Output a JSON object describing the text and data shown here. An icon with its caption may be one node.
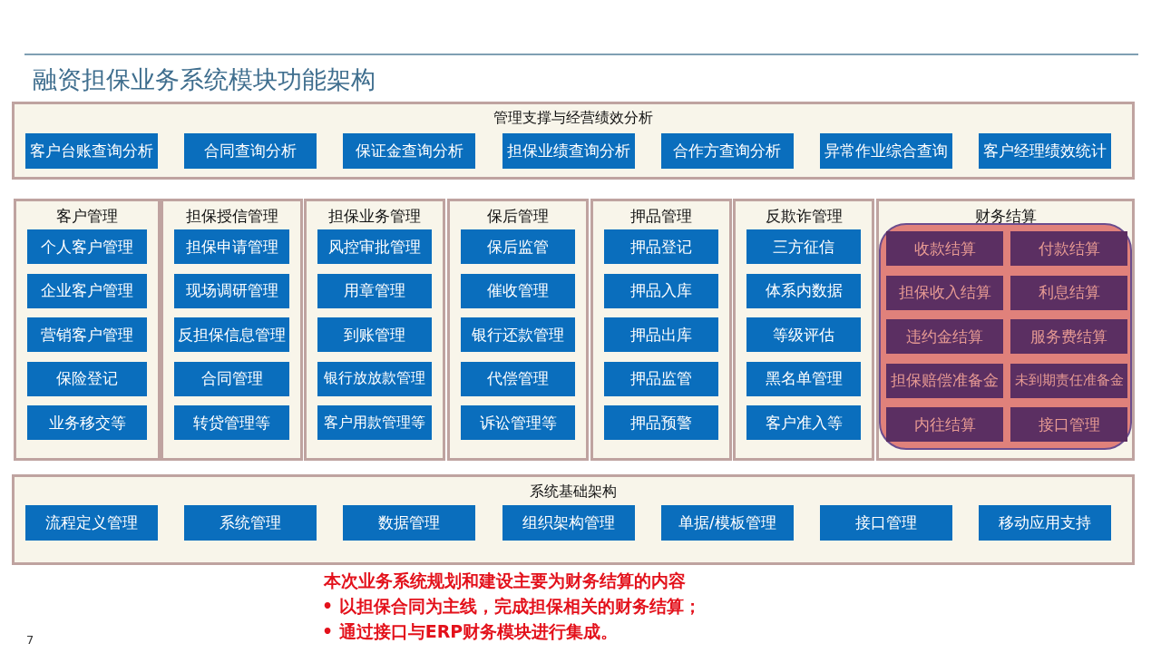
{
  "diagram": {
    "title": "融资担保业务系统模块功能架构",
    "nodes": [
      {
        "text": [
          "管理支撑与经营绩效分析"
        ]
      },
      {
        "text": [
          "客户台账查询分析"
        ],
        "in": 0
      },
      {
        "text": [
          "合同查询分析"
        ],
        "in": 0
      },
      {
        "text": [
          "保证金查询分析"
        ],
        "in": 0
      },
      {
        "text": [
          "担保业绩查询分析"
        ],
        "in": 0
      },
      {
        "text": [
          "合作方查询分析"
        ],
        "in": 0
      },
      {
        "text": [
          "异常作业综合查询"
        ],
        "in": 0
      },
      {
        "text": [
          "客户经理绩效统计"
        ],
        "in": 0
      },
      {
        "text": [
          "客户管理"
        ]
      },
      {
        "text": [
          "个人客户管理"
        ],
        "in": 8
      },
      {
        "text": [
          "企业客户管理"
        ],
        "in": 8
      },
      {
        "text": [
          "营销客户管理"
        ],
        "in": 8
      },
      {
        "text": [
          "保险登记"
        ],
        "in": 8
      },
      {
        "text": [
          "业务移交等"
        ],
        "in": 8
      },
      {
        "text": [
          "担保授信管理"
        ]
      },
      {
        "text": [
          "担保申请管理"
        ],
        "in": 14
      },
      {
        "text": [
          "现场调研管理"
        ],
        "in": 14
      },
      {
        "text": [
          "反担保信息管理"
        ],
        "in": 14
      },
      {
        "text": [
          "合同管理"
        ],
        "in": 14
      },
      {
        "text": [
          "转贷管理等"
        ],
        "in": 14
      },
      {
        "text": [
          "担保业务管理"
        ]
      },
      {
        "text": [
          "风控审批管理"
        ],
        "in": 20
      },
      {
        "text": [
          "用章管理"
        ],
        "in": 20
      },
      {
        "text": [
          "到账管理"
        ],
        "in": 20
      },
      {
        "text": [
          "银行放放款管理"
        ],
        "in": 20
      },
      {
        "text": [
          "客户用款管理等"
        ],
        "in": 20
      },
      {
        "text": [
          "保后管理"
        ]
      },
      {
        "text": [
          "保后监管"
        ],
        "in": 26
      },
      {
        "text": [
          "催收管理"
        ],
        "in": 26
      },
      {
        "text": [
          "银行还款管理"
        ],
        "in": 26
      },
      {
        "text": [
          "代偿管理"
        ],
        "in": 26
      },
      {
        "text": [
          "诉讼管理等"
        ],
        "in": 26
      },
      {
        "text": [
          "押品管理"
        ]
      },
      {
        "text": [
          "押品登记"
        ],
        "in": 32
      },
      {
        "text": [
          "押品入库"
        ],
        "in": 32
      },
      {
        "text": [
          "押品出库"
        ],
        "in": 32
      },
      {
        "text": [
          "押品监管"
        ],
        "in": 32
      },
      {
        "text": [
          "押品预警"
        ],
        "in": 32
      },
      {
        "text": [
          "反欺诈管理"
        ]
      },
      {
        "text": [
          "三方征信"
        ],
        "in": 38
      },
      {
        "text": [
          "体系内数据"
        ],
        "in": 38
      },
      {
        "text": [
          "等级评估"
        ],
        "in": 38
      },
      {
        "text": [
          "黑名单管理"
        ],
        "in": 38
      },
      {
        "text": [
          "客户准入等"
        ],
        "in": 38
      },
      {
        "text": [
          "财务结算"
        ]
      },
      {
        "text": [],
        "shape": "box",
        "in": 44
      },
      {
        "text": [
          "收款结算"
        ],
        "in": 45
      },
      {
        "text": [
          "付款结算"
        ],
        "in": 45
      },
      {
        "text": [
          "担保收入结算"
        ],
        "in": 45
      },
      {
        "text": [
          "利息结算"
        ],
        "in": 45
      },
      {
        "text": [
          "违约金结算"
        ],
        "in": 45
      },
      {
        "text": [
          "服务费结算"
        ],
        "in": 45
      },
      {
        "text": [
          "担保赔偿准备金"
        ],
        "in": 45
      },
      {
        "text": [
          "未到期责任准备金"
        ],
        "in": 45
      },
      {
        "text": [
          "内往结算"
        ],
        "in": 45
      },
      {
        "text": [
          "接口管理"
        ],
        "in": 45
      },
      {
        "text": [
          "系统基础架构"
        ]
      },
      {
        "text": [
          "流程定义管理"
        ],
        "in": 56
      },
      {
        "text": [
          "系统管理"
        ],
        "in": 56
      },
      {
        "text": [
          "数据管理"
        ],
        "in": 56
      },
      {
        "text": [
          "组织架构管理"
        ],
        "in": 56
      },
      {
        "text": [
          "单据/模板管理"
        ],
        "in": 56
      },
      {
        "text": [
          "接口管理"
        ],
        "in": 56
      },
      {
        "text": [
          "移动应用支持"
        ],
        "in": 56
      }
    ],
    "labels": [
      "本次业务系统规划和建设主要为财务结算的内容",
      "• 以担保合同为主线，完成担保相关的财务结算；",
      "• 通过接口与ERP财务模块进行集成。",
      "7"
    ]
  }
}
